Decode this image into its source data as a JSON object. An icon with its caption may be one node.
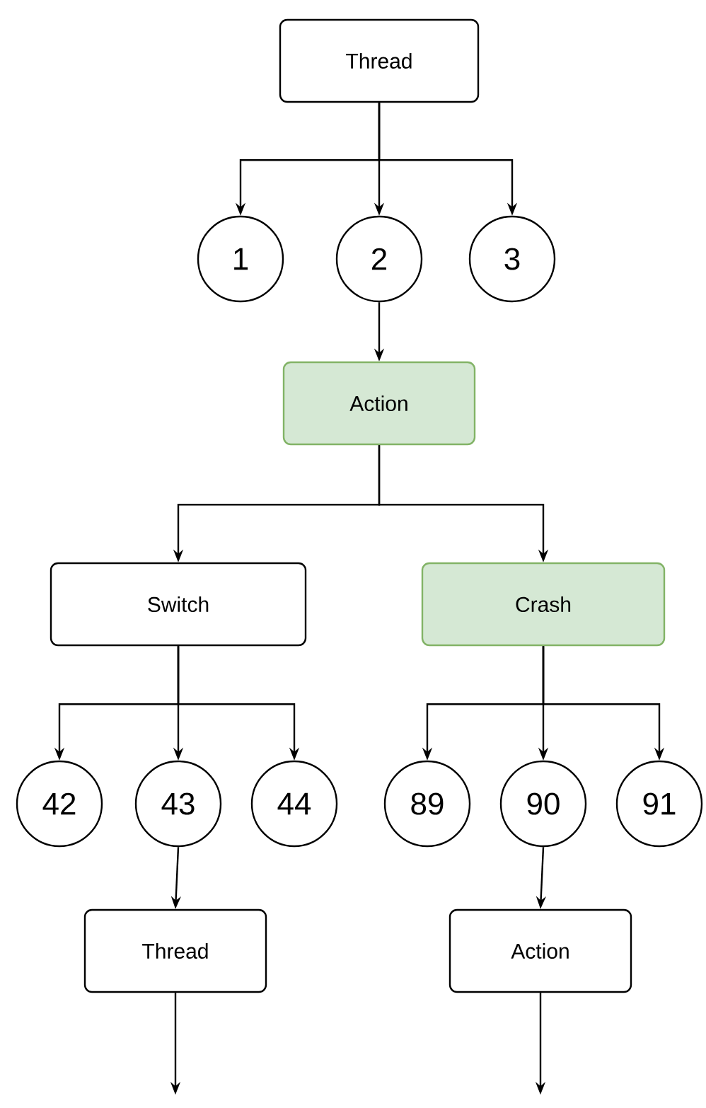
{
  "diagram": {
    "nodes": [
      {
        "text": [
          "Thread"
        ]
      },
      {
        "text": [
          "1"
        ]
      },
      {
        "text": [
          "2"
        ]
      },
      {
        "text": [
          "3"
        ]
      },
      {
        "text": [
          "Action"
        ]
      },
      {
        "text": [
          "Switch"
        ]
      },
      {
        "text": [
          "Crash"
        ]
      },
      {
        "text": [
          "42"
        ]
      },
      {
        "text": [
          "43"
        ]
      },
      {
        "text": [
          "44"
        ]
      },
      {
        "text": [
          "89"
        ]
      },
      {
        "text": [
          "90"
        ]
      },
      {
        "text": [
          "91"
        ]
      },
      {
        "text": [
          "Thread"
        ]
      },
      {
        "text": [
          "Action"
        ]
      }
    ],
    "edges": [
      {
        "from": 0,
        "to": 1,
        "arrow": "to"
      },
      {
        "from": 0,
        "to": 2,
        "arrow": "to"
      },
      {
        "from": 0,
        "to": 3,
        "arrow": "to"
      },
      {
        "from": 2,
        "to": 4,
        "arrow": "to"
      },
      {
        "from": 4,
        "to": 5,
        "arrow": "to"
      },
      {
        "from": 4,
        "to": 6,
        "arrow": "to"
      },
      {
        "from": 5,
        "to": 7,
        "arrow": "to"
      },
      {
        "from": 5,
        "to": 8,
        "arrow": "to"
      },
      {
        "from": 5,
        "to": 9,
        "arrow": "to"
      },
      {
        "from": 6,
        "to": 10,
        "arrow": "to"
      },
      {
        "from": 6,
        "to": 11,
        "arrow": "to"
      },
      {
        "from": 6,
        "to": 12,
        "arrow": "to"
      },
      {
        "from": 8,
        "to": 13,
        "arrow": "to"
      },
      {
        "from": 11,
        "to": 14,
        "arrow": "to"
      },
      {
        "from": 13,
        "to": null,
        "arrow": "to"
      },
      {
        "from": 14,
        "to": null,
        "arrow": "to"
      }
    ]
  }
}
